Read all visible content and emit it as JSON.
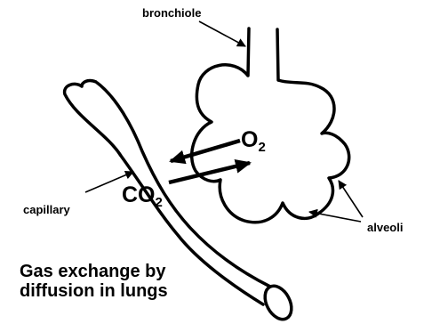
{
  "labels": {
    "bronchiole": "bronchiole",
    "capillary": "capillary",
    "alveoli": "alveoli",
    "oxygen": {
      "symbol": "O",
      "subscript": "2"
    },
    "carbon_dioxide": {
      "symbol": "CO",
      "subscript": "2"
    }
  },
  "caption": {
    "line1": "Gas exchange by",
    "line2": "diffusion in lungs"
  },
  "colors": {
    "ink": "#000000",
    "background": "#ffffff"
  }
}
